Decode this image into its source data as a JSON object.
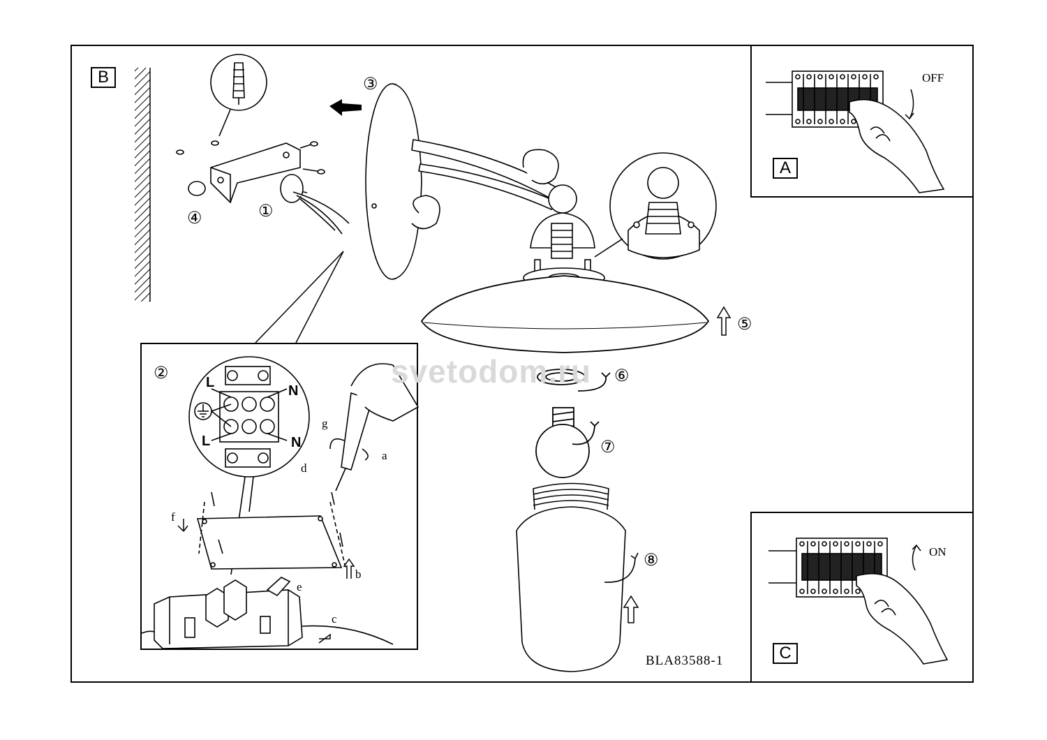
{
  "panels": {
    "b_label": "B",
    "a_label": "A",
    "c_label": "C"
  },
  "switch_states": {
    "off": "OFF",
    "on": "ON"
  },
  "steps": [
    "①",
    "②",
    "③",
    "④",
    "⑤",
    "⑥",
    "⑦",
    "⑧"
  ],
  "wiring": {
    "live_top": "L",
    "neutral_top": "N",
    "live_bottom": "L",
    "neutral_bottom": "N"
  },
  "sub_steps": {
    "a": "a",
    "b": "b",
    "c": "c",
    "d": "d",
    "e": "e",
    "f": "f",
    "g": "g"
  },
  "watermark": "svetodom.ru",
  "model_code": "BLA83588-1",
  "icons": [
    "wall-hatch-icon",
    "dowel-icon",
    "mounting-bracket-icon",
    "screwdriver-icon",
    "junction-box-icon",
    "bulb-icon",
    "glass-shade-icon",
    "circuit-breaker-icon",
    "hand-icon",
    "earth-ground-icon",
    "arrow-icon"
  ]
}
